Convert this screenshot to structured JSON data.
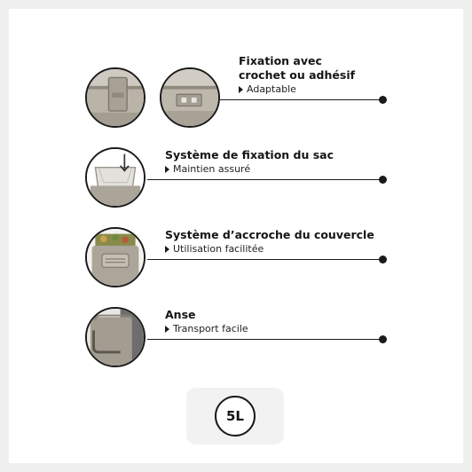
{
  "features": [
    {
      "title_line1": "Fixation avec",
      "title_line2": "crochet ou adhésif",
      "subtitle": "Adaptable",
      "icons": [
        "hook-icon",
        "adhesive-icon"
      ]
    },
    {
      "title": "Système de fixation du sac",
      "subtitle": "Maintien assuré",
      "icon": "bag-fixation-icon"
    },
    {
      "title": "Système d’accroche du couvercle",
      "subtitle": "Utilisation facilitée",
      "icon": "lid-hook-icon"
    },
    {
      "title": "Anse",
      "subtitle": "Transport facile",
      "icon": "handle-icon"
    }
  ],
  "capacity": {
    "label": "5L"
  },
  "colors": {
    "bin_taupe": "#a39d92",
    "line": "#1a1a1a"
  }
}
